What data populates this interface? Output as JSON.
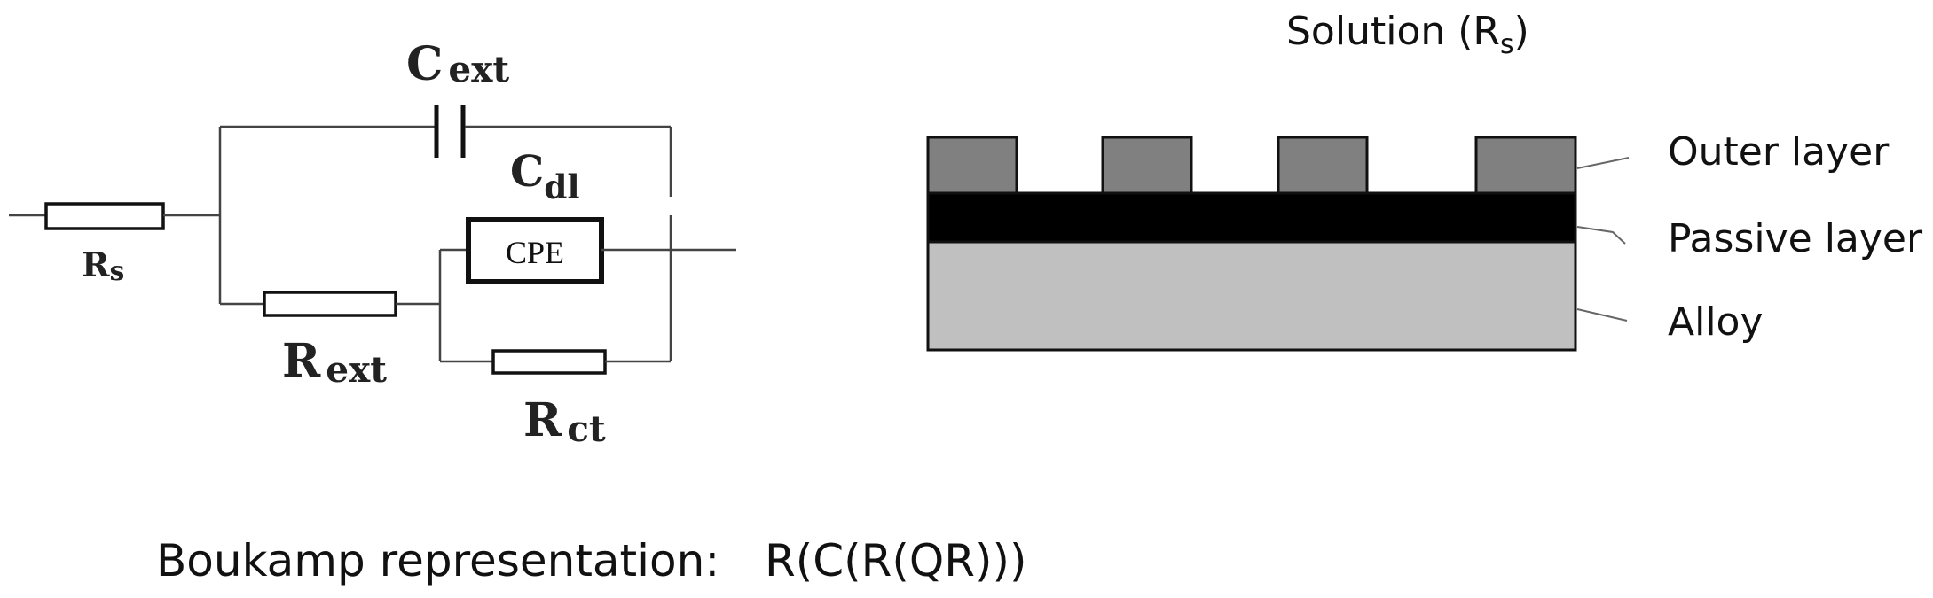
{
  "circuit": {
    "rs_main": "R",
    "rs_sub": "s",
    "cext_main": "C",
    "cext_sub": "ext",
    "cdl_main": "C",
    "cdl_sub": "dl",
    "cpe_label": "CPE",
    "rext_main": "R",
    "rext_sub": "ext",
    "rct_main": "R",
    "rct_sub": "ct"
  },
  "layers": {
    "solution_main": "Solution (R",
    "solution_sub": "s",
    "solution_close": ")",
    "outer_label": "Outer layer",
    "passive_label": "Passive layer",
    "alloy_label": "Alloy",
    "colors": {
      "outer": "#808080",
      "passive": "#000000",
      "alloy": "#c0c0c0"
    }
  },
  "boukamp": {
    "label": "Boukamp representation:",
    "code": "R(C(R(QR)))"
  }
}
